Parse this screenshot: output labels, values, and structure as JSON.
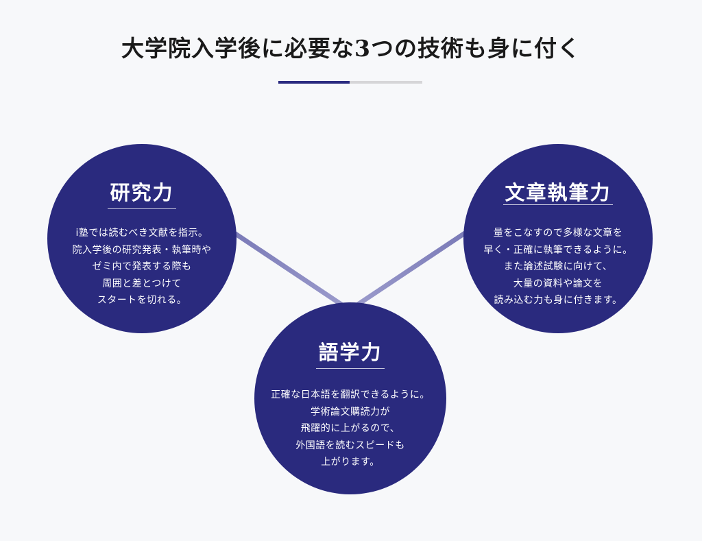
{
  "title": "大学院入学後に必要な3つの技術も身に付く",
  "colors": {
    "circle": "#2a2a7e",
    "connector": "#7f7fb8",
    "underline_accent": "#2b2b80",
    "underline_base": "#d6d6d8",
    "background": "#f7f8fa"
  },
  "skills": {
    "research": {
      "heading": "研究力",
      "lines": [
        "i塾では読むべき文献を指示。",
        "院入学後の研究発表・執筆時や",
        "ゼミ内で発表する際も",
        "周囲と差とつけて",
        "スタートを切れる。"
      ]
    },
    "writing": {
      "heading": "文章執筆力",
      "lines": [
        "量をこなすので多様な文章を",
        "早く・正確に執筆できるように。",
        "また論述試験に向けて、",
        "大量の資料や論文を",
        "読み込む力も身に付きます。"
      ]
    },
    "language": {
      "heading": "語学力",
      "lines": [
        "正確な日本語を翻訳できるように。",
        "学術論文購読力が",
        "飛躍的に上がるので、",
        "外国語を読むスピードも",
        "上がります。"
      ]
    }
  }
}
